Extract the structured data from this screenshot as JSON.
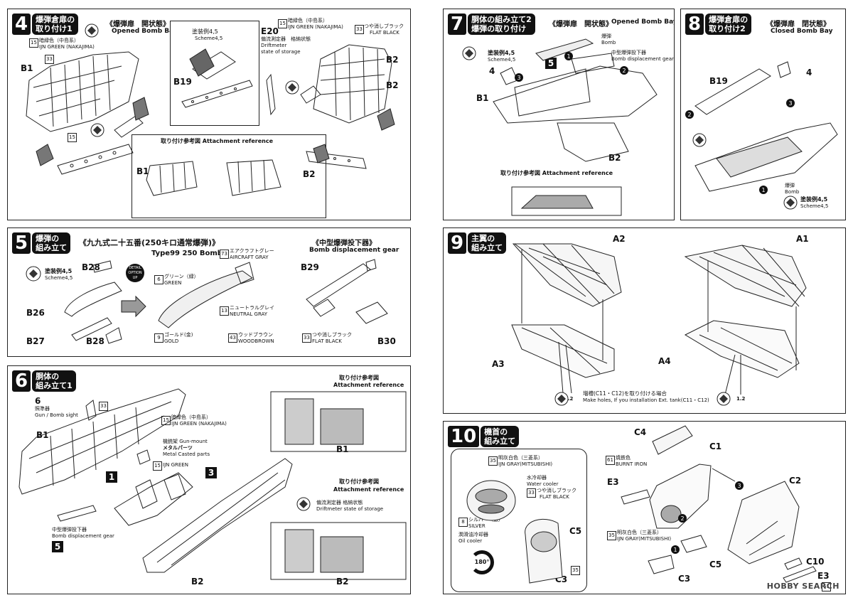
{
  "step4": {
    "number": "4",
    "title1": "爆弾倉扉の",
    "title2": "取り付け1",
    "header_jp": "《爆弾扉　開状態》",
    "header_en": "Opened Bomb Bay",
    "paint15_num": "15",
    "paint15_jp": "暗緑色（中島系）",
    "paint15_en": "IJN GREEN (NAKAJIMA)",
    "num33": "33",
    "paint33_jp": "つや消しブラック",
    "paint33_en": "FLAT BLACK",
    "scheme_jp": "塗装例4,5",
    "scheme_en": "Scheme4,5",
    "e20": "E20",
    "e20_jp1": "偏流測定器　格納状態",
    "e20_en1": "Driftmeter",
    "e20_en2": "state of storage",
    "b1": "B1",
    "b2": "B2",
    "b19": "B19",
    "ref_title": "取り付け参考図 Attachment reference"
  },
  "step5": {
    "number": "5",
    "title1": "爆弾の",
    "title2": "組み立て",
    "header_jp": "《九九式二十五番(250キロ通常爆弾)》",
    "header_en": "Type99 250 Bomb",
    "header2_jp": "《中型爆弾投下器》",
    "header2_en": "Bomb displacement gear",
    "scheme_jp": "塗装例4,5",
    "scheme_en": "Scheme4,5",
    "detail": "DETAIL OPTION UP",
    "p73_num": "73",
    "p73_jp": "エアクラフトグレー",
    "p73_en": "AIRCRAFT GRAY",
    "p6_num": "6",
    "p6_jp": "グリーン（緑）",
    "p6_en": "GREEN",
    "p13_num": "13",
    "p13_jp": "ニュートラルグレイ",
    "p13_en": "NEUTRAL GRAY",
    "p9_num": "9",
    "p9_jp": "ゴールド(金)",
    "p9_en": "GOLD",
    "p43_num": "43",
    "p43_jp": "ウッドブラウン",
    "p43_en": "WOODBROWN",
    "p33_num": "33",
    "p33_jp": "つや消しブラック",
    "p33_en": "FLAT BLACK",
    "b26": "B26",
    "b27": "B27",
    "b28a": "B28",
    "b28b": "B28",
    "b29": "B29",
    "b30": "B30"
  },
  "step6": {
    "number": "6",
    "title1": "胴体の",
    "title2": "組み立て1",
    "part6": "6",
    "part6_jp": "照準器",
    "part6_en": "Gun / Bomb sight",
    "n33": "33",
    "b1": "B1",
    "b2": "B2",
    "p15_num": "15",
    "p15_jp": "暗緑色（中島系）",
    "p15_en": "IJN GREEN (NAKAJIMA)",
    "gunmount_jp": "機銃架 Gun-mount",
    "gunmount_jp2": "メタルパーツ",
    "gunmount_en": "Metal Casted parts",
    "ijn_green": "IJN GREEN",
    "gear_jp": "中型爆弾投下器",
    "gear_en": "Bomb displacement gear",
    "sq1": "1",
    "sq3": "3",
    "sq5": "5",
    "ref1_jp": "取り付け参考図",
    "ref1_en": "Attachment reference",
    "ref2_jp": "取り付け参考図",
    "ref2_en": "Attachment reference",
    "drift_jp": "偏流測定器 格納状態",
    "drift_en": "Driftmeter state of storage",
    "rb1": "B1",
    "rb2": "B2"
  },
  "step7": {
    "number": "7",
    "title1": "胴体の組み立て2",
    "title2": "爆弾の取り付け",
    "header_jp": "《爆弾扉　開状態》",
    "header_en": "Opened Bomb Bay",
    "bomb_jp": "爆弾",
    "bomb_en": "Bomb",
    "gear_jp": "中型爆弾投下器",
    "gear_en": "Bomb displacement gear",
    "scheme_jp": "塗装例4,5",
    "scheme_en": "Scheme4,5",
    "n4": "4",
    "sq5": "5",
    "b1": "B1",
    "b2": "B2",
    "ref": "取り付け参考図 Attachment reference"
  },
  "step8": {
    "number": "8",
    "title1": "爆弾倉扉の",
    "title2": "取り付け2",
    "header_jp": "《爆弾扉　閉状態》",
    "header_en": "Closed Bomb Bay",
    "b19": "B19",
    "n4": "4",
    "bomb_jp": "爆弾",
    "bomb_en": "Bomb",
    "scheme_jp": "塗装例4,5",
    "scheme_en": "Scheme4,5"
  },
  "step9": {
    "number": "9",
    "title1": "主翼の",
    "title2": "組み立て",
    "a1": "A1",
    "a2": "A2",
    "a3": "A3",
    "a4": "A4",
    "holes_jp": "増槽(C11・C12)を取り付ける場合",
    "holes_en": "Make holes, If you installation Ext. tank(C11・C12)",
    "drill": "1.2"
  },
  "step10": {
    "number": "10",
    "title1": "機首の",
    "title2": "組み立て",
    "p35_num": "35",
    "p35_jp": "明灰白色（三菱系）",
    "p35_en": "IJN GRAY(MITSUBISHI)",
    "water_jp": "水冷却器",
    "water_en": "Water cooler",
    "p33_num": "33",
    "p33_jp": "つや消しブラック",
    "p33_en": "FLAT BLACK",
    "p8_num": "8",
    "p8_jp": "シルバー（銀）",
    "p8_en": "SILVER",
    "oil_jp": "潤滑油冷却器",
    "oil_en": "Oil cooler",
    "rot": "180°",
    "c1": "C1",
    "c2": "C2",
    "c3": "C3",
    "c3b": "C3",
    "c4": "C4",
    "c5a": "C5",
    "c5b": "C5",
    "c10": "C10",
    "e3a": "E3",
    "e3b": "E3",
    "p61_num": "61",
    "p61_jp": "焼鉄色",
    "p61_en": "BURNT IRON",
    "p35b_num": "35",
    "p35b_jp": "明灰白色（三菱系）",
    "p35b_en": "IJN GRAY(MITSUBISHI)",
    "p35c": "35",
    "p61b": "61"
  },
  "watermark": "HOBBY SEARCH"
}
